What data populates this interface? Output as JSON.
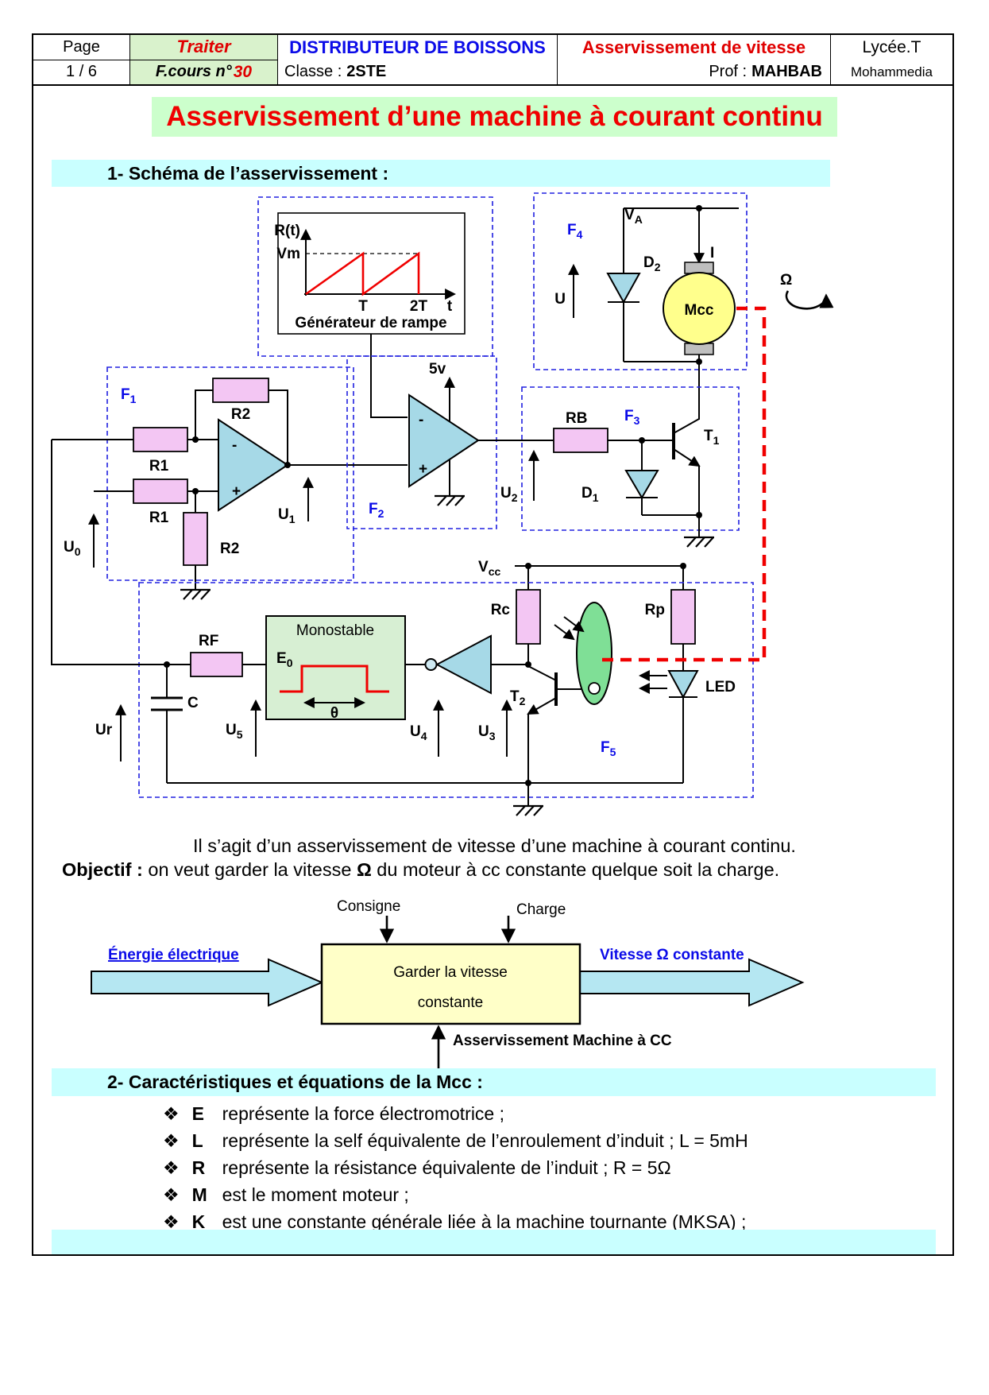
{
  "header": {
    "page_label": "Page",
    "page_value": "1 / 6",
    "traiter": "Traiter",
    "fcours_prefix": "F.cours n°",
    "fcours_num": "30",
    "doc_title": "DISTRIBUTEUR DE BOISSONS",
    "classe_label": "Classe :",
    "classe_value": "2STE",
    "subject": "Asservissement de vitesse",
    "prof_label": "Prof :",
    "prof_value": "MAHBAB",
    "school_line1": "Lycée.T",
    "school_line2": "Mohammedia"
  },
  "title": "Asservissement d’une machine à courant continu",
  "sections": {
    "s1": "1- Schéma de l’asservissement :",
    "s2": "2- Caractéristiques et équations de la Mcc :"
  },
  "paragraph": {
    "line1": "Il s’agit d’un asservissement de vitesse d’une machine à courant continu.",
    "objectif_label": "Objectif :",
    "line2_a": " on veut garder la vitesse ",
    "line2_omega": "Ω",
    "line2_b": " du moteur à cc constante quelque soit la charge."
  },
  "block_diagram": {
    "consigne": "Consigne",
    "charge": "Charge",
    "box_line1": "Garder la vitesse",
    "box_line2": "constante",
    "left_label": "Énergie électrique",
    "right_label": "Vitesse Ω constante",
    "bottom_label": "Asservissement Machine à CC"
  },
  "bullet_char": "❖",
  "bullets": [
    {
      "term": "E",
      "text": "représente la force électromotrice ;"
    },
    {
      "term": "L",
      "text": "représente la self équivalente de l’enroulement d’induit ; L = 5mH"
    },
    {
      "term": "R",
      "text": "représente la résistance équivalente de l’induit ; R = 5Ω"
    },
    {
      "term": "M",
      "text": "est le moment moteur ;"
    },
    {
      "term": "K",
      "text": "est une constante générale liée à la machine tournante (MKSA) ;"
    }
  ],
  "colors": {
    "accent_red": "#f00000",
    "accent_blue": "#0b0be8",
    "highlight_green": "#ccffcc",
    "highlight_cyan": "#c9ffff"
  },
  "d": {
    "rt": "R(t)",
    "vm": "Vm",
    "tickT": "T",
    "tick2T": "2T",
    "tickt": "t",
    "ramp_caption": "Générateur de rampe",
    "F4m": "F",
    "F4s": "4",
    "VAm": "V",
    "VAs": "A",
    "D2m": "D",
    "D2s": "2",
    "U": "U",
    "I": "I",
    "Mcc": "Mcc",
    "omega": "Ω",
    "F1m": "F",
    "F1s": "1",
    "R2a": "R2",
    "R1a": "R1",
    "R1b": "R1",
    "R2b": "R2",
    "U1m": "U",
    "U1s": "1",
    "U0m": "U",
    "U0s": "0",
    "minus": "-",
    "plus": "+",
    "fivev": "5v",
    "F2m": "F",
    "F2s": "2",
    "RB": "RB",
    "F3m": "F",
    "F3s": "3",
    "D1m": "D",
    "D1s": "1",
    "T1m": "T",
    "T1s": "1",
    "U2m": "U",
    "U2s": "2",
    "Vccm": "V",
    "Vccs": "cc",
    "Rc": "Rc",
    "Rp": "Rp",
    "RF": "RF",
    "mono": "Monostable",
    "E0m": "E",
    "E0s": "0",
    "theta": "θ",
    "C": "C",
    "Ur": "Ur",
    "U5m": "U",
    "U5s": "5",
    "U4m": "U",
    "U4s": "4",
    "U3m": "U",
    "U3s": "3",
    "T2m": "T",
    "T2s": "2",
    "LED": "LED",
    "F5m": "F",
    "F5s": "5"
  }
}
